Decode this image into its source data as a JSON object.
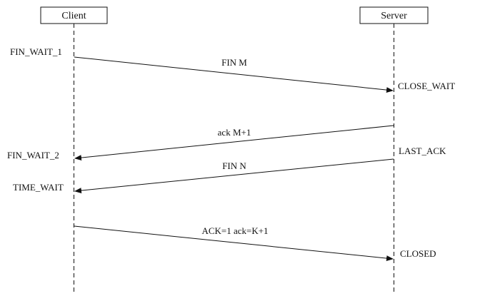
{
  "participants": {
    "client": {
      "label": "Client"
    },
    "server": {
      "label": "Server"
    }
  },
  "client_states": {
    "fin_wait_1": "FIN_WAIT_1",
    "fin_wait_2": "FIN_WAIT_2",
    "time_wait": "TIME_WAIT"
  },
  "server_states": {
    "close_wait": "CLOSE_WAIT",
    "last_ack": "LAST_ACK",
    "closed": "CLOSED"
  },
  "messages": {
    "fin_m": "FIN M",
    "ack_m1": "ack M+1",
    "fin_n": "FIN N",
    "ack_final": "ACK=1 ack=K+1"
  },
  "colors": {
    "line": "#111111",
    "text": "#111111",
    "background": "#ffffff"
  }
}
